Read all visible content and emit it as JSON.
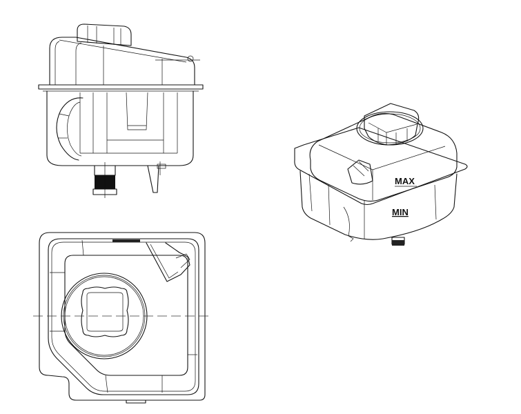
{
  "diagram": {
    "subject": "coolant expansion tank",
    "views": [
      {
        "name": "side-view"
      },
      {
        "name": "top-view"
      },
      {
        "name": "isometric-view"
      }
    ],
    "labels": {
      "max": "MAX",
      "min": "MIN"
    }
  }
}
